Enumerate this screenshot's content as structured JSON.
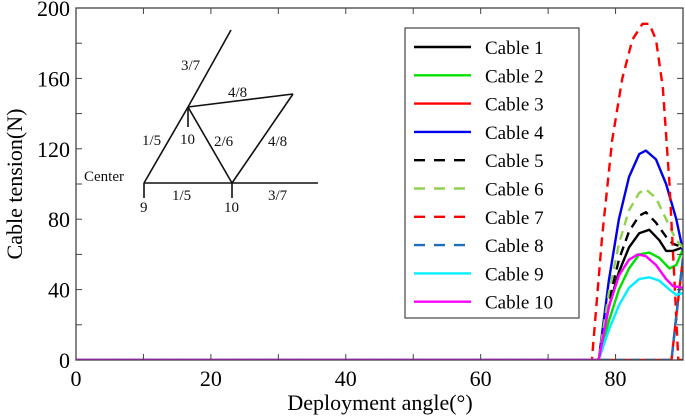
{
  "chart_data": {
    "type": "line",
    "title": "",
    "xlabel": "Deployment angle(°)",
    "ylabel": "Cable tension(N)",
    "xlim": [
      0,
      90
    ],
    "ylim": [
      0,
      200
    ],
    "xticks": [
      0,
      20,
      40,
      60,
      80
    ],
    "yticks": [
      0,
      40,
      80,
      120,
      160,
      200
    ],
    "minor_xticks": [
      10,
      30,
      50,
      70,
      90
    ],
    "minor_yticks": [
      20,
      60,
      100,
      140,
      180
    ],
    "grid": false,
    "legend_position": "upper right",
    "series": [
      {
        "name": "Cable 1",
        "color": "#000000",
        "dash": "solid",
        "points": [
          [
            0,
            0
          ],
          [
            77.5,
            0
          ],
          [
            79,
            30
          ],
          [
            80.5,
            50
          ],
          [
            82,
            64
          ],
          [
            83.5,
            72
          ],
          [
            85,
            74
          ],
          [
            86.5,
            68
          ],
          [
            87.5,
            62
          ],
          [
            88.5,
            62
          ],
          [
            90,
            64
          ]
        ]
      },
      {
        "name": "Cable 2",
        "color": "#00e000",
        "dash": "solid",
        "points": [
          [
            0,
            0
          ],
          [
            77.5,
            0
          ],
          [
            79,
            22
          ],
          [
            80.5,
            40
          ],
          [
            82,
            52
          ],
          [
            83.5,
            60
          ],
          [
            85,
            61
          ],
          [
            86.5,
            58
          ],
          [
            88,
            52
          ],
          [
            89,
            54
          ],
          [
            90,
            63
          ]
        ]
      },
      {
        "name": "Cable 3",
        "color": "#ff0000",
        "dash": "solid",
        "points": [
          [
            0,
            0
          ],
          [
            88.3,
            0
          ],
          [
            89,
            25
          ],
          [
            90,
            58
          ]
        ]
      },
      {
        "name": "Cable 4",
        "color": "#0000ee",
        "dash": "solid",
        "points": [
          [
            0,
            0
          ],
          [
            77.5,
            0
          ],
          [
            79,
            45
          ],
          [
            80.5,
            80
          ],
          [
            82,
            104
          ],
          [
            83.5,
            117
          ],
          [
            84.5,
            119
          ],
          [
            86,
            114
          ],
          [
            87.5,
            100
          ],
          [
            89,
            80
          ],
          [
            90,
            62
          ]
        ]
      },
      {
        "name": "Cable 5",
        "color": "#000000",
        "dash": "dashed",
        "points": [
          [
            0,
            0
          ],
          [
            77.5,
            0
          ],
          [
            79,
            33
          ],
          [
            80.5,
            57
          ],
          [
            82,
            73
          ],
          [
            83.5,
            82
          ],
          [
            84.5,
            84
          ],
          [
            86,
            78
          ],
          [
            87.5,
            70
          ],
          [
            88.5,
            66
          ],
          [
            90,
            64
          ]
        ]
      },
      {
        "name": "Cable 6",
        "color": "#92d050",
        "dash": "dashed",
        "points": [
          [
            0,
            0
          ],
          [
            77.5,
            0
          ],
          [
            79,
            38
          ],
          [
            80.5,
            66
          ],
          [
            82,
            85
          ],
          [
            83.5,
            95
          ],
          [
            84.5,
            97
          ],
          [
            86,
            92
          ],
          [
            87.5,
            80
          ],
          [
            89,
            68
          ],
          [
            90,
            64
          ]
        ]
      },
      {
        "name": "Cable 7",
        "color": "#ff0000",
        "dash": "dashed",
        "points": [
          [
            0,
            0
          ],
          [
            76.5,
            0
          ],
          [
            78,
            70
          ],
          [
            79.5,
            125
          ],
          [
            81,
            160
          ],
          [
            82.5,
            182
          ],
          [
            84,
            191
          ],
          [
            85,
            191
          ],
          [
            86,
            182
          ],
          [
            87,
            155
          ],
          [
            88,
            100
          ],
          [
            88.8,
            40
          ],
          [
            89.3,
            0
          ],
          [
            90,
            0
          ]
        ]
      },
      {
        "name": "Cable 8",
        "color": "#1f6fbf",
        "dash": "dashed",
        "points": [
          [
            0,
            0
          ],
          [
            88.3,
            0
          ],
          [
            89,
            25
          ],
          [
            90,
            58
          ]
        ]
      },
      {
        "name": "Cable 9",
        "color": "#00f0ff",
        "dash": "solid",
        "points": [
          [
            0,
            0
          ],
          [
            77.5,
            0
          ],
          [
            79,
            17
          ],
          [
            80.5,
            31
          ],
          [
            82,
            41
          ],
          [
            83.5,
            46
          ],
          [
            85,
            47
          ],
          [
            86.5,
            45
          ],
          [
            88,
            40
          ],
          [
            89,
            37
          ],
          [
            90,
            38
          ]
        ]
      },
      {
        "name": "Cable 10",
        "color": "#ff00ff",
        "dash": "solid",
        "points": [
          [
            0,
            0
          ],
          [
            77.5,
            0
          ],
          [
            79,
            30
          ],
          [
            80.5,
            48
          ],
          [
            82,
            57
          ],
          [
            83.3,
            60
          ],
          [
            84.5,
            59
          ],
          [
            86,
            54
          ],
          [
            87.5,
            46
          ],
          [
            88.5,
            42
          ],
          [
            90,
            41
          ]
        ]
      }
    ],
    "inset": {
      "description": "Truss schematic showing cable numbering",
      "labels": {
        "center": "Center",
        "node_left": "9",
        "node_mid": "10",
        "node_upper": "10",
        "base_left": "1/5",
        "base_right": "3/7",
        "diag_left": "1/5",
        "diag_mid": "2/6",
        "diag_right": "4/8",
        "top_edge": "4/8",
        "upper_arm": "3/7"
      }
    }
  }
}
